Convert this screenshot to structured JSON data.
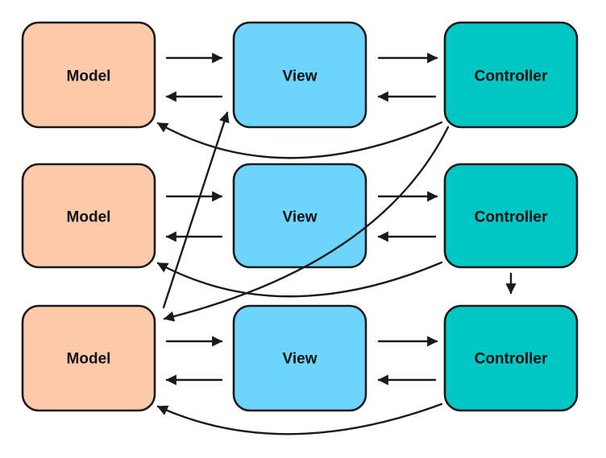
{
  "colors": {
    "model": "#fccaa8",
    "view": "#6dd5fc",
    "controller": "#00c6c4",
    "stroke": "#1a1a1a"
  },
  "rows": [
    {
      "model": "Model",
      "view": "View",
      "controller": "Controller"
    },
    {
      "model": "Model",
      "view": "View",
      "controller": "Controller"
    },
    {
      "model": "Model",
      "view": "View",
      "controller": "Controller"
    }
  ]
}
